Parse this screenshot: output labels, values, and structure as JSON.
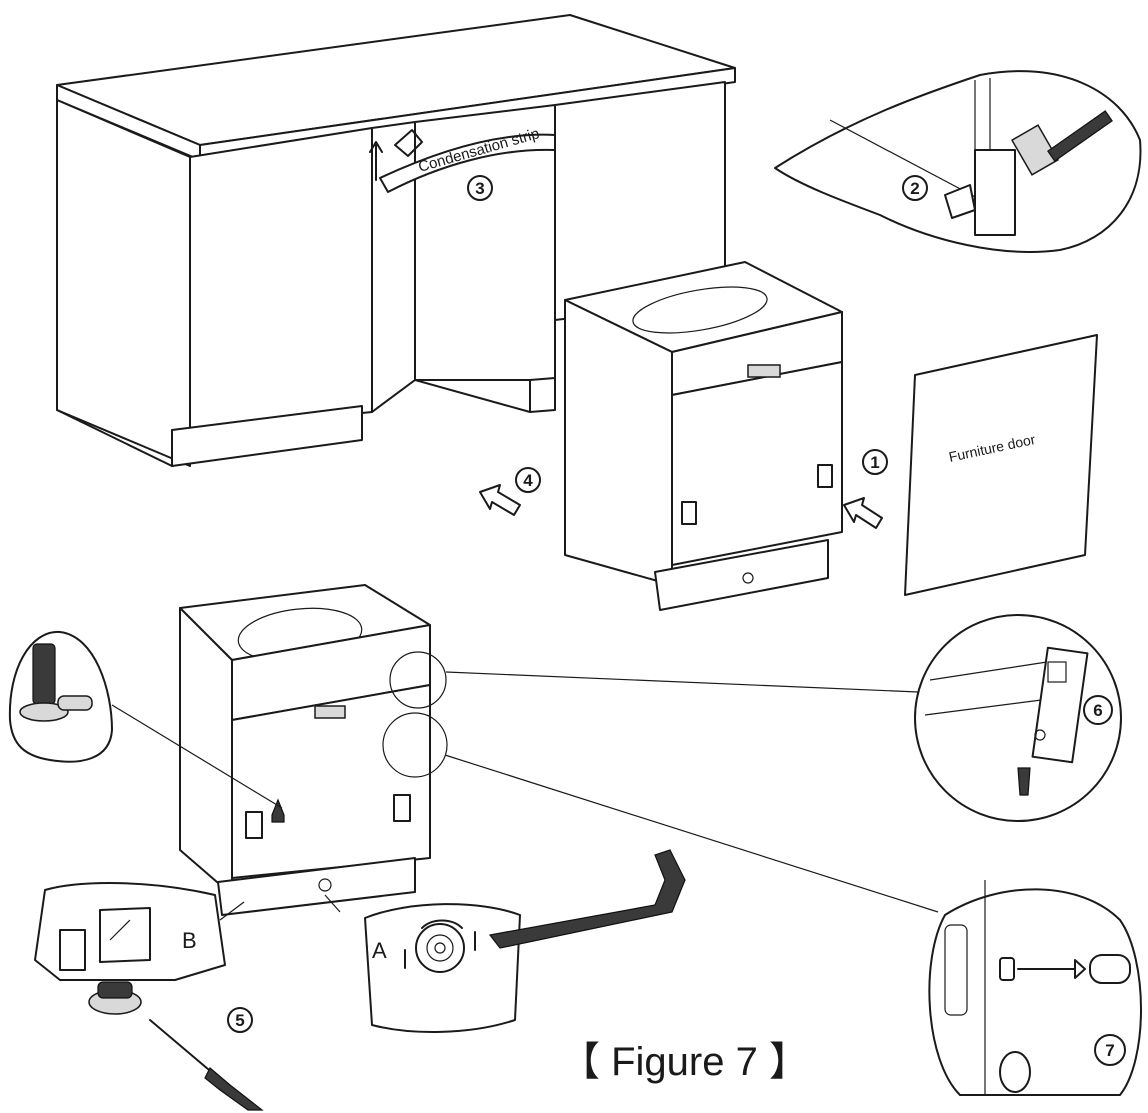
{
  "labels": {
    "condensation_strip": "Condensation strip",
    "furniture_door": "Furniture door",
    "callout_a": "A",
    "callout_b": "B"
  },
  "step_numbers": [
    "1",
    "2",
    "3",
    "4",
    "5",
    "6",
    "7"
  ],
  "caption": "【 Figure 7 】"
}
